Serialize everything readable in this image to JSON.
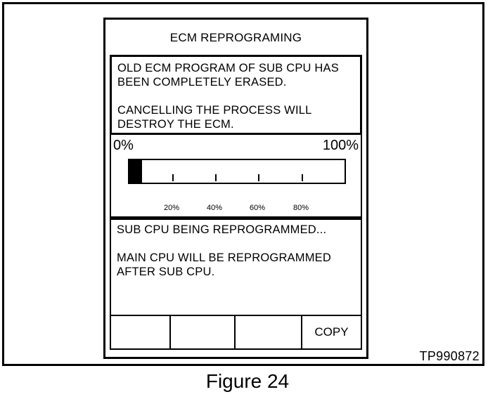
{
  "screen": {
    "title": "ECM REPROGRAMING"
  },
  "warning": {
    "line1": "OLD ECM PROGRAM OF SUB CPU HAS",
    "line2": "BEEN COMPLETELY ERASED.",
    "line3": "CANCELLING THE PROCESS WILL",
    "line4": "DESTROY THE ECM."
  },
  "progress": {
    "min_label": "0%",
    "max_label": "100%",
    "value_percent": 6,
    "ticks": [
      "20%",
      "40%",
      "60%",
      "80%"
    ]
  },
  "status": {
    "line1": "SUB CPU BEING REPROGRAMMED...",
    "line2": "MAIN CPU WILL BE REPROGRAMMED",
    "line3": "AFTER SUB CPU."
  },
  "soft_keys": {
    "key1": "",
    "key2": "",
    "key3": "",
    "key4": "COPY"
  },
  "reference_code": "TP990872",
  "caption": "Figure 24"
}
